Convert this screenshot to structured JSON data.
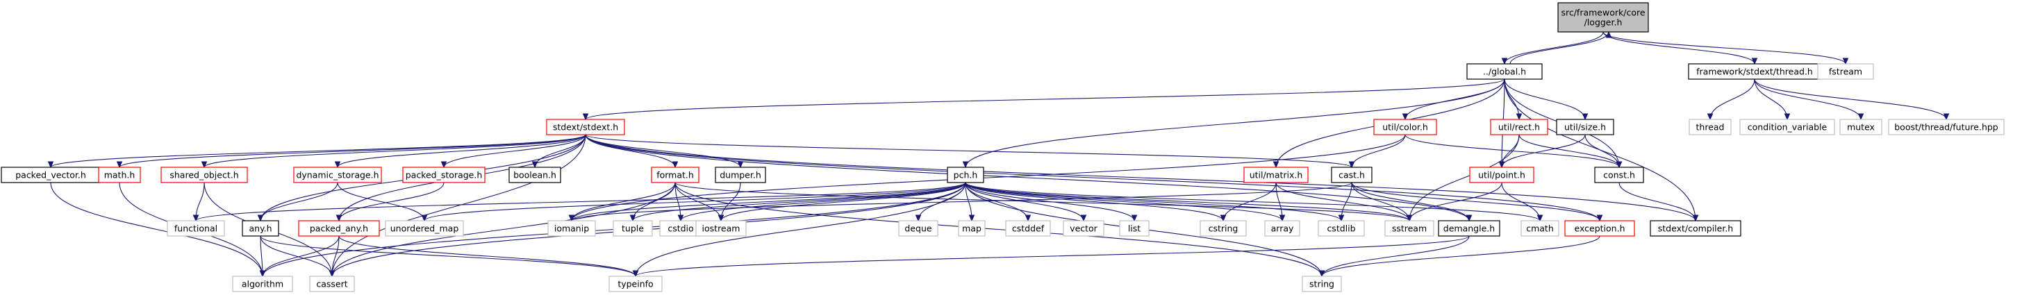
{
  "colors": {
    "edge": "#191970",
    "root_fill": "#bfbfbf",
    "root_border": "#000000",
    "internal_border": "#000000",
    "truncated_border": "#ff0000",
    "system_border": "#bfbfbf",
    "node_fill": "#ffffff",
    "text": "#000000"
  },
  "nodes": [
    {
      "id": "logger",
      "kind": "root",
      "lines": [
        "src/framework/core",
        "/logger.h"
      ]
    },
    {
      "id": "global",
      "kind": "internal",
      "lines": [
        "../global.h"
      ]
    },
    {
      "id": "thread_h",
      "kind": "internal",
      "lines": [
        "framework/stdext/thread.h"
      ]
    },
    {
      "id": "fstream",
      "kind": "system",
      "lines": [
        "fstream"
      ]
    },
    {
      "id": "stdext",
      "kind": "truncated",
      "lines": [
        "stdext/stdext.h"
      ]
    },
    {
      "id": "color",
      "kind": "truncated",
      "lines": [
        "util/color.h"
      ]
    },
    {
      "id": "rect",
      "kind": "truncated",
      "lines": [
        "util/rect.h"
      ]
    },
    {
      "id": "size",
      "kind": "internal",
      "lines": [
        "util/size.h"
      ]
    },
    {
      "id": "thread",
      "kind": "system",
      "lines": [
        "thread"
      ]
    },
    {
      "id": "condvar",
      "kind": "system",
      "lines": [
        "condition_variable"
      ]
    },
    {
      "id": "mutex",
      "kind": "system",
      "lines": [
        "mutex"
      ]
    },
    {
      "id": "future",
      "kind": "system",
      "lines": [
        "boost/thread/future.hpp"
      ]
    },
    {
      "id": "pvec",
      "kind": "internal",
      "lines": [
        "packed_vector.h"
      ]
    },
    {
      "id": "math",
      "kind": "truncated",
      "lines": [
        "math.h"
      ]
    },
    {
      "id": "shobj",
      "kind": "truncated",
      "lines": [
        "shared_object.h"
      ]
    },
    {
      "id": "dynst",
      "kind": "truncated",
      "lines": [
        "dynamic_storage.h"
      ]
    },
    {
      "id": "pstor",
      "kind": "truncated",
      "lines": [
        "packed_storage.h"
      ]
    },
    {
      "id": "boolean",
      "kind": "internal",
      "lines": [
        "boolean.h"
      ]
    },
    {
      "id": "format",
      "kind": "truncated",
      "lines": [
        "format.h"
      ]
    },
    {
      "id": "dumper",
      "kind": "internal",
      "lines": [
        "dumper.h"
      ]
    },
    {
      "id": "pch",
      "kind": "internal",
      "lines": [
        "pch.h"
      ]
    },
    {
      "id": "matrix",
      "kind": "truncated",
      "lines": [
        "util/matrix.h"
      ]
    },
    {
      "id": "cast",
      "kind": "internal",
      "lines": [
        "cast.h"
      ]
    },
    {
      "id": "point",
      "kind": "truncated",
      "lines": [
        "util/point.h"
      ]
    },
    {
      "id": "const",
      "kind": "internal",
      "lines": [
        "const.h"
      ]
    },
    {
      "id": "functional",
      "kind": "system",
      "lines": [
        "functional"
      ]
    },
    {
      "id": "any",
      "kind": "internal",
      "lines": [
        "any.h"
      ]
    },
    {
      "id": "pany",
      "kind": "truncated",
      "lines": [
        "packed_any.h"
      ]
    },
    {
      "id": "umap",
      "kind": "system",
      "lines": [
        "unordered_map"
      ]
    },
    {
      "id": "iomanip",
      "kind": "system",
      "lines": [
        "iomanip"
      ]
    },
    {
      "id": "tuple",
      "kind": "system",
      "lines": [
        "tuple"
      ]
    },
    {
      "id": "cstdio",
      "kind": "system",
      "lines": [
        "cstdio"
      ]
    },
    {
      "id": "iostream",
      "kind": "system",
      "lines": [
        "iostream"
      ]
    },
    {
      "id": "deque",
      "kind": "system",
      "lines": [
        "deque"
      ]
    },
    {
      "id": "map",
      "kind": "system",
      "lines": [
        "map"
      ]
    },
    {
      "id": "cstddef",
      "kind": "system",
      "lines": [
        "cstddef"
      ]
    },
    {
      "id": "vector",
      "kind": "system",
      "lines": [
        "vector"
      ]
    },
    {
      "id": "list",
      "kind": "system",
      "lines": [
        "list"
      ]
    },
    {
      "id": "cstring",
      "kind": "system",
      "lines": [
        "cstring"
      ]
    },
    {
      "id": "array",
      "kind": "system",
      "lines": [
        "array"
      ]
    },
    {
      "id": "cstdlib",
      "kind": "system",
      "lines": [
        "cstdlib"
      ]
    },
    {
      "id": "sstream",
      "kind": "system",
      "lines": [
        "sstream"
      ]
    },
    {
      "id": "demangle",
      "kind": "internal",
      "lines": [
        "demangle.h"
      ]
    },
    {
      "id": "cmath",
      "kind": "system",
      "lines": [
        "cmath"
      ]
    },
    {
      "id": "exception",
      "kind": "truncated",
      "lines": [
        "exception.h"
      ]
    },
    {
      "id": "compiler",
      "kind": "internal",
      "lines": [
        "stdext/compiler.h"
      ]
    },
    {
      "id": "algorithm",
      "kind": "system",
      "lines": [
        "algorithm"
      ]
    },
    {
      "id": "cassert",
      "kind": "system",
      "lines": [
        "cassert"
      ]
    },
    {
      "id": "typeinfo",
      "kind": "system",
      "lines": [
        "typeinfo"
      ]
    },
    {
      "id": "string",
      "kind": "system",
      "lines": [
        "string"
      ]
    }
  ],
  "edges": [
    [
      "logger",
      "global"
    ],
    [
      "logger",
      "thread_h"
    ],
    [
      "logger",
      "fstream"
    ],
    [
      "global",
      "logger"
    ],
    [
      "global",
      "stdext"
    ],
    [
      "global",
      "color"
    ],
    [
      "global",
      "rect"
    ],
    [
      "global",
      "size"
    ],
    [
      "global",
      "matrix"
    ],
    [
      "global",
      "point"
    ],
    [
      "global",
      "const"
    ],
    [
      "global",
      "compiler"
    ],
    [
      "global",
      "pch"
    ],
    [
      "thread_h",
      "thread"
    ],
    [
      "thread_h",
      "condvar"
    ],
    [
      "thread_h",
      "mutex"
    ],
    [
      "thread_h",
      "future"
    ],
    [
      "stdext",
      "pvec"
    ],
    [
      "stdext",
      "math"
    ],
    [
      "stdext",
      "shobj"
    ],
    [
      "stdext",
      "dynst"
    ],
    [
      "stdext",
      "pstor"
    ],
    [
      "stdext",
      "boolean"
    ],
    [
      "stdext",
      "format"
    ],
    [
      "stdext",
      "dumper"
    ],
    [
      "stdext",
      "any"
    ],
    [
      "stdext",
      "cast"
    ],
    [
      "stdext",
      "demangle"
    ],
    [
      "stdext",
      "exception"
    ],
    [
      "stdext",
      "compiler"
    ],
    [
      "stdext",
      "pany"
    ],
    [
      "stdext",
      "cassert"
    ],
    [
      "color",
      "cast"
    ],
    [
      "color",
      "const"
    ],
    [
      "color",
      "iomanip"
    ],
    [
      "rect",
      "point"
    ],
    [
      "rect",
      "const"
    ],
    [
      "rect",
      "sstream"
    ],
    [
      "size",
      "point"
    ],
    [
      "size",
      "const"
    ],
    [
      "matrix",
      "array"
    ],
    [
      "matrix",
      "cstring"
    ],
    [
      "matrix",
      "sstream"
    ],
    [
      "point",
      "sstream"
    ],
    [
      "point",
      "cmath"
    ],
    [
      "const",
      "compiler"
    ],
    [
      "pvec",
      "algorithm"
    ],
    [
      "math",
      "algorithm"
    ],
    [
      "shobj",
      "functional"
    ],
    [
      "shobj",
      "cassert"
    ],
    [
      "dynst",
      "any"
    ],
    [
      "dynst",
      "umap"
    ],
    [
      "pstor",
      "pany"
    ],
    [
      "format",
      "iomanip"
    ],
    [
      "format",
      "tuple"
    ],
    [
      "format",
      "cstdio"
    ],
    [
      "format",
      "iostream"
    ],
    [
      "format",
      "sstream"
    ],
    [
      "format",
      "cassert"
    ],
    [
      "format",
      "string"
    ],
    [
      "dumper",
      "iostream"
    ],
    [
      "pch",
      "functional"
    ],
    [
      "pch",
      "umap"
    ],
    [
      "pch",
      "iomanip"
    ],
    [
      "pch",
      "tuple"
    ],
    [
      "pch",
      "cstdio"
    ],
    [
      "pch",
      "iostream"
    ],
    [
      "pch",
      "deque"
    ],
    [
      "pch",
      "map"
    ],
    [
      "pch",
      "cstddef"
    ],
    [
      "pch",
      "vector"
    ],
    [
      "pch",
      "list"
    ],
    [
      "pch",
      "cstring"
    ],
    [
      "pch",
      "array"
    ],
    [
      "pch",
      "cstdlib"
    ],
    [
      "pch",
      "sstream"
    ],
    [
      "pch",
      "cmath"
    ],
    [
      "pch",
      "string"
    ],
    [
      "pch",
      "typeinfo"
    ],
    [
      "pch",
      "algorithm"
    ],
    [
      "pch",
      "cassert"
    ],
    [
      "cast",
      "demangle"
    ],
    [
      "cast",
      "exception"
    ],
    [
      "cast",
      "sstream"
    ],
    [
      "cast",
      "cstdlib"
    ],
    [
      "cast",
      "iomanip"
    ],
    [
      "any",
      "algorithm"
    ],
    [
      "any",
      "cassert"
    ],
    [
      "any",
      "typeinfo"
    ],
    [
      "pany",
      "algorithm"
    ],
    [
      "pany",
      "cassert"
    ],
    [
      "pany",
      "typeinfo"
    ],
    [
      "demangle",
      "string"
    ],
    [
      "demangle",
      "typeinfo"
    ],
    [
      "exception",
      "string"
    ]
  ]
}
